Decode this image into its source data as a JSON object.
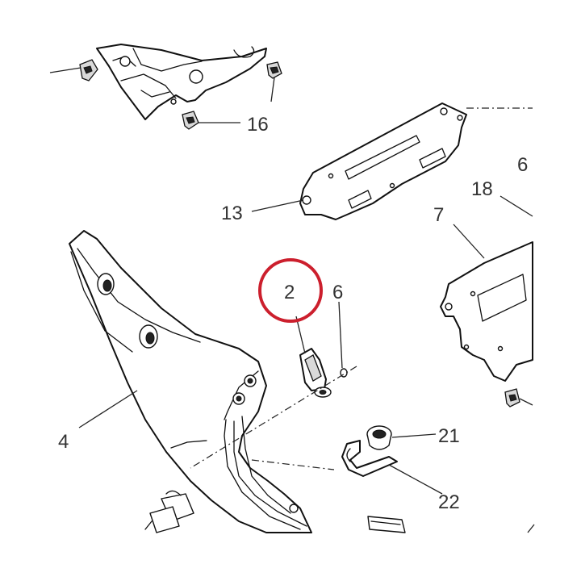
{
  "colors": {
    "line": "#111111",
    "label": "#333333",
    "highlight_ring": "#cc1f2d",
    "background": "#ffffff"
  },
  "callouts": {
    "c16": "16",
    "c13": "13",
    "c6_top_right": "6",
    "c18": "18",
    "c7": "7",
    "c2": "2",
    "c6_pin": "6",
    "c4": "4",
    "c21": "21",
    "c22": "22"
  },
  "highlighted_callout": "2"
}
